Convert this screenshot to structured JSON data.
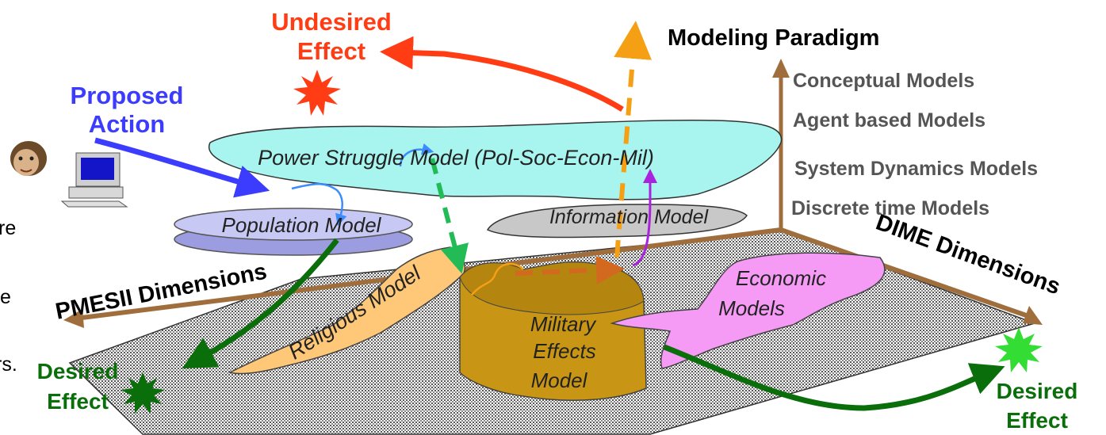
{
  "labels": {
    "undesired_effect": [
      "Undesired",
      "Effect"
    ],
    "proposed_action": [
      "Proposed",
      "Action"
    ],
    "modeling_paradigm": "Modeling Paradigm",
    "paradigms": [
      "Conceptual Models",
      "Agent based Models",
      "System Dynamics Models",
      "Discrete time Models"
    ],
    "dime_dimensions": "DIME Dimensions",
    "pmesii_dimensions": "PMESII Dimensions",
    "desired_effect_left": [
      "Desired",
      "Effect"
    ],
    "desired_effect_right": [
      "Desired",
      "Effect"
    ]
  },
  "models": {
    "power_struggle": "Power Struggle Model (Pol-Soc-Econ-Mil)",
    "population": "Population Model",
    "information": "Information Model",
    "religious": "Religious Model",
    "military": [
      "Military",
      "Effects",
      "Model"
    ],
    "economic": [
      "Economic",
      "Models"
    ]
  },
  "cutoff_text": {
    "line_1": "re",
    "line_2": "e",
    "line_3": "rs."
  },
  "colors": {
    "undesired": "#ff3c14",
    "proposed": "#3c3cff",
    "desired": "#0a6e0a",
    "axis": "#a06e3c",
    "orange_arrow": "#f5a014",
    "power_struggle_fill": "#a8f5f0",
    "population_fill": "#c8c8f5",
    "information_fill": "#c8c8c8",
    "religious_fill": "#ffc878",
    "military_fill": "#c89614",
    "economic_fill": "#f59bf5"
  },
  "icons": [
    "person-head-icon",
    "computer-icon"
  ]
}
